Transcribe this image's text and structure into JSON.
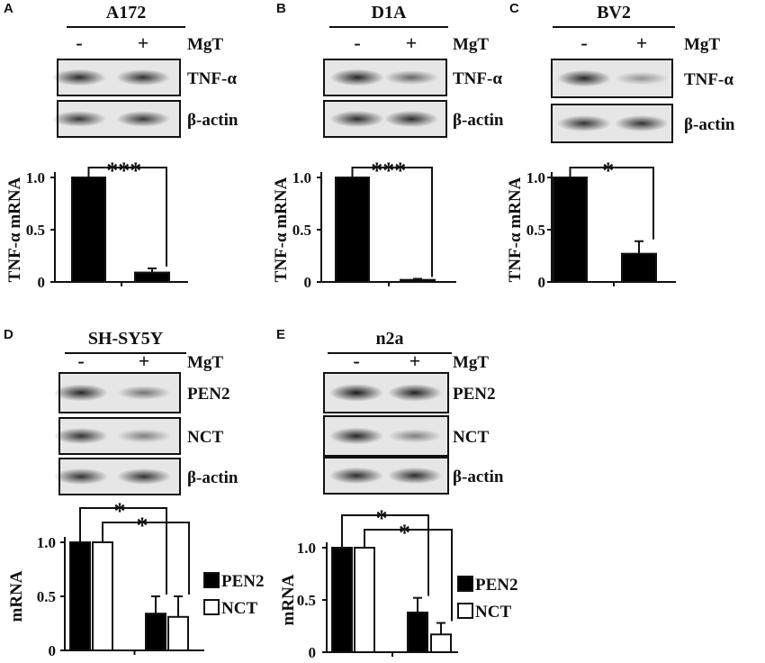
{
  "figure": {
    "treatment": "MgT",
    "minus": "-",
    "plus": "+",
    "panels": [
      {
        "letter": "A",
        "cell_line": "A172",
        "blots": [
          "TNF-α",
          "β-actin"
        ],
        "band_intensity": [
          [
            0.8,
            0.75
          ],
          [
            0.7,
            0.7
          ]
        ],
        "chart": {
          "ylabel": "TNF-α mRNA",
          "yticks": [
            "0",
            "0.5",
            "1.0"
          ],
          "significance": [
            "***"
          ]
        }
      },
      {
        "letter": "B",
        "cell_line": "D1A",
        "blots": [
          "TNF-α",
          "β-actin"
        ],
        "band_intensity": [
          [
            0.85,
            0.5
          ],
          [
            0.8,
            0.8
          ]
        ],
        "chart": {
          "ylabel": "TNF-α mRNA",
          "yticks": [
            "0",
            "0.5",
            "1.0"
          ],
          "significance": [
            "***"
          ]
        }
      },
      {
        "letter": "C",
        "cell_line": "BV2",
        "blots": [
          "TNF-α",
          "β-actin"
        ],
        "band_intensity": [
          [
            0.85,
            0.3
          ],
          [
            0.75,
            0.75
          ]
        ],
        "chart": {
          "ylabel": "TNF-α mRNA",
          "yticks": [
            "0",
            "0.5",
            "1.0"
          ],
          "significance": [
            "*"
          ]
        }
      },
      {
        "letter": "D",
        "cell_line": "SH-SY5Y",
        "blots": [
          "PEN2",
          "NCT",
          "β-actin"
        ],
        "band_intensity": [
          [
            0.85,
            0.45
          ],
          [
            0.75,
            0.4
          ],
          [
            0.75,
            0.75
          ]
        ],
        "chart": {
          "ylabel": "mRNA",
          "yticks": [
            "0",
            "0.5",
            "1.0"
          ],
          "significance": [
            "*",
            "*"
          ],
          "legend": [
            "PEN2",
            "NCT"
          ]
        }
      },
      {
        "letter": "E",
        "cell_line": "n2a",
        "blots": [
          "PEN2",
          "NCT",
          "β-actin"
        ],
        "band_intensity": [
          [
            0.95,
            0.9
          ],
          [
            0.85,
            0.4
          ],
          [
            0.8,
            0.8
          ]
        ],
        "chart": {
          "ylabel": "mRNA",
          "yticks": [
            "0",
            "0.5",
            "1.0"
          ],
          "significance": [
            "*",
            "*"
          ],
          "legend": [
            "PEN2",
            "NCT"
          ]
        }
      }
    ]
  },
  "chart_data": [
    {
      "type": "bar",
      "panel": "A",
      "categories": [
        "-",
        "+"
      ],
      "series": [
        {
          "values": [
            1.0,
            0.09
          ],
          "errors": [
            0,
            0.04
          ]
        }
      ],
      "ylabel": "TNF-α mRNA",
      "ylim": [
        0,
        1.0
      ],
      "fill": [
        "#000000"
      ]
    },
    {
      "type": "bar",
      "panel": "B",
      "categories": [
        "-",
        "+"
      ],
      "series": [
        {
          "values": [
            1.0,
            0.02
          ],
          "errors": [
            0,
            0.01
          ]
        }
      ],
      "ylabel": "TNF-α mRNA",
      "ylim": [
        0,
        1.0
      ],
      "fill": [
        "#000000"
      ]
    },
    {
      "type": "bar",
      "panel": "C",
      "categories": [
        "-",
        "+"
      ],
      "series": [
        {
          "values": [
            1.0,
            0.27
          ],
          "errors": [
            0,
            0.12
          ]
        }
      ],
      "ylabel": "TNF-α mRNA",
      "ylim": [
        0,
        1.0
      ],
      "fill": [
        "#000000"
      ]
    },
    {
      "type": "bar",
      "panel": "D",
      "categories": [
        "-",
        "+"
      ],
      "series": [
        {
          "name": "PEN2",
          "values": [
            1.0,
            0.34
          ],
          "errors": [
            0,
            0.16
          ]
        },
        {
          "name": "NCT",
          "values": [
            1.0,
            0.31
          ],
          "errors": [
            0,
            0.19
          ]
        }
      ],
      "ylabel": "mRNA",
      "ylim": [
        0,
        1.0
      ],
      "fill": [
        "#000000",
        "#ffffff"
      ]
    },
    {
      "type": "bar",
      "panel": "E",
      "categories": [
        "-",
        "+"
      ],
      "series": [
        {
          "name": "PEN2",
          "values": [
            1.0,
            0.38
          ],
          "errors": [
            0,
            0.14
          ]
        },
        {
          "name": "NCT",
          "values": [
            1.0,
            0.17
          ],
          "errors": [
            0,
            0.11
          ]
        }
      ],
      "ylabel": "mRNA",
      "ylim": [
        0,
        1.0
      ],
      "fill": [
        "#000000",
        "#ffffff"
      ]
    }
  ]
}
